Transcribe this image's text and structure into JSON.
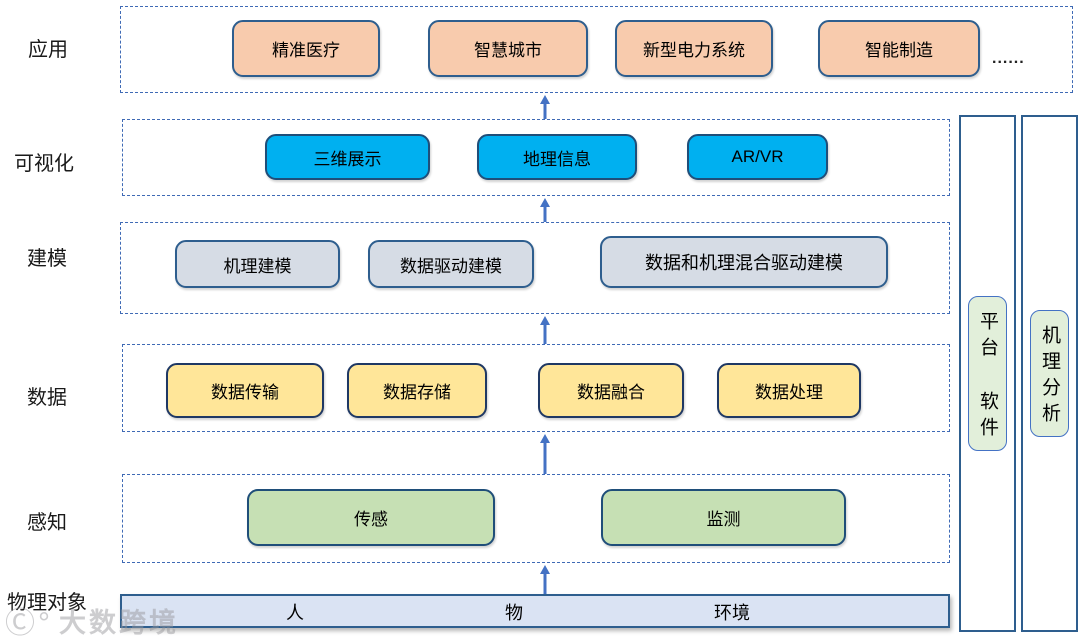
{
  "layers": {
    "app": {
      "label": "应用",
      "boxes": [
        "精准医疗",
        "智慧城市",
        "新型电力系统",
        "智能制造"
      ],
      "ellipsis": "......"
    },
    "vis": {
      "label": "可视化",
      "boxes": [
        "三维展示",
        "地理信息",
        "AR/VR"
      ]
    },
    "model": {
      "label": "建模",
      "boxes": [
        "机理建模",
        "数据驱动建模",
        "数据和机理混合驱动建模"
      ]
    },
    "data": {
      "label": "数据",
      "boxes": [
        "数据传输",
        "数据存储",
        "数据融合",
        "数据处理"
      ]
    },
    "sense": {
      "label": "感知",
      "boxes": [
        "传感",
        "监测"
      ]
    },
    "physical": {
      "label": "物理对象",
      "boxes": [
        "人",
        "物",
        "环境"
      ]
    }
  },
  "side_columns": {
    "platform": "平台 软件",
    "mechanism": "机理分析"
  },
  "watermark": {
    "logo": "Ⓒ°",
    "text": "大数跨境"
  },
  "colors": {
    "app_box": "#f8cbad",
    "vis_box": "#00b0f0",
    "model_box": "#d6dce5",
    "data_box": "#ffe699",
    "sense_box": "#c6e0b4",
    "side_pill": "#e2efda",
    "physical_bar": "#dae3f3",
    "box_border": "#2e5e8e",
    "dashed_border": "#3f6ab5",
    "arrow": "#4472c4"
  }
}
